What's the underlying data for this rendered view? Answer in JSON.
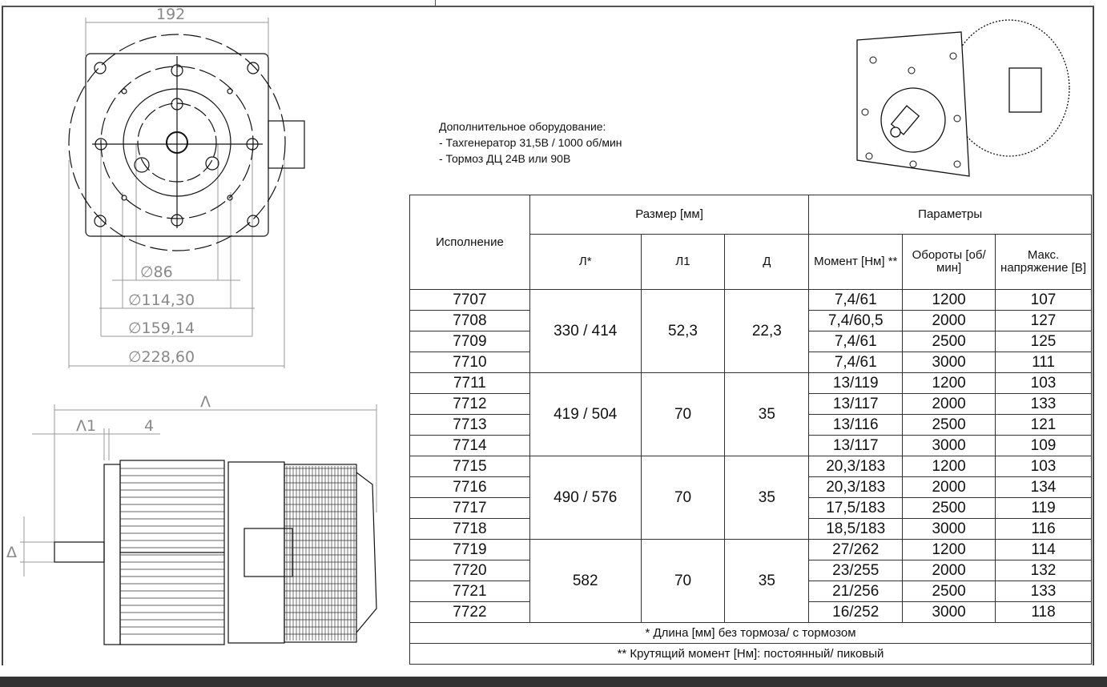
{
  "drawing": {
    "width_dim": "192",
    "diameters": [
      "∅86",
      "∅114,30",
      "∅159,14",
      "∅228,60"
    ],
    "side_labels": {
      "length": "Λ",
      "length1": "Λ1",
      "offset": "4",
      "diameter": "Δ"
    }
  },
  "extra_equipment": {
    "title": "Дополнительное оборудование:",
    "items": [
      "- Тахгенератор 31,5В / 1000 об/мин",
      "- Тормоз  ДЦ 24В или 90В"
    ]
  },
  "table": {
    "h_version": "Исполнение",
    "h_size": "Размер [мм]",
    "h_params": "Параметры",
    "h_L": "Л*",
    "h_L1": "Л1",
    "h_D": "Д",
    "h_torque": "Момент [Нм] **",
    "h_rpm": "Обороты [об/мин]",
    "h_voltage": "Макс. напряжение [В]",
    "groups": [
      {
        "L": "330 / 414",
        "L1": "52,3",
        "D": "22,3",
        "rows": [
          [
            "7707",
            "7,4/61",
            "1200",
            "107"
          ],
          [
            "7708",
            "7,4/60,5",
            "2000",
            "127"
          ],
          [
            "7709",
            "7,4/61",
            "2500",
            "125"
          ],
          [
            "7710",
            "7,4/61",
            "3000",
            "111"
          ]
        ]
      },
      {
        "L": "419 / 504",
        "L1": "70",
        "D": "35",
        "rows": [
          [
            "7711",
            "13/119",
            "1200",
            "103"
          ],
          [
            "7712",
            "13/117",
            "2000",
            "133"
          ],
          [
            "7713",
            "13/116",
            "2500",
            "121"
          ],
          [
            "7714",
            "13/117",
            "3000",
            "109"
          ]
        ]
      },
      {
        "L": "490 / 576",
        "L1": "70",
        "D": "35",
        "rows": [
          [
            "7715",
            "20,3/183",
            "1200",
            "103"
          ],
          [
            "7716",
            "20,3/183",
            "2000",
            "134"
          ],
          [
            "7717",
            "17,5/183",
            "2500",
            "119"
          ],
          [
            "7718",
            "18,5/183",
            "3000",
            "116"
          ]
        ]
      },
      {
        "L": "582",
        "L1": "70",
        "D": "35",
        "rows": [
          [
            "7719",
            "27/262",
            "1200",
            "114"
          ],
          [
            "7720",
            "23/255",
            "2000",
            "132"
          ],
          [
            "7721",
            "21/256",
            "2500",
            "133"
          ],
          [
            "7722",
            "16/252",
            "3000",
            "118"
          ]
        ]
      }
    ],
    "footnote1": "* Длина [мм] без тормоза/ с тормозом",
    "footnote2": "** Крутящий момент [Нм]: постоянный/ пиковый"
  }
}
